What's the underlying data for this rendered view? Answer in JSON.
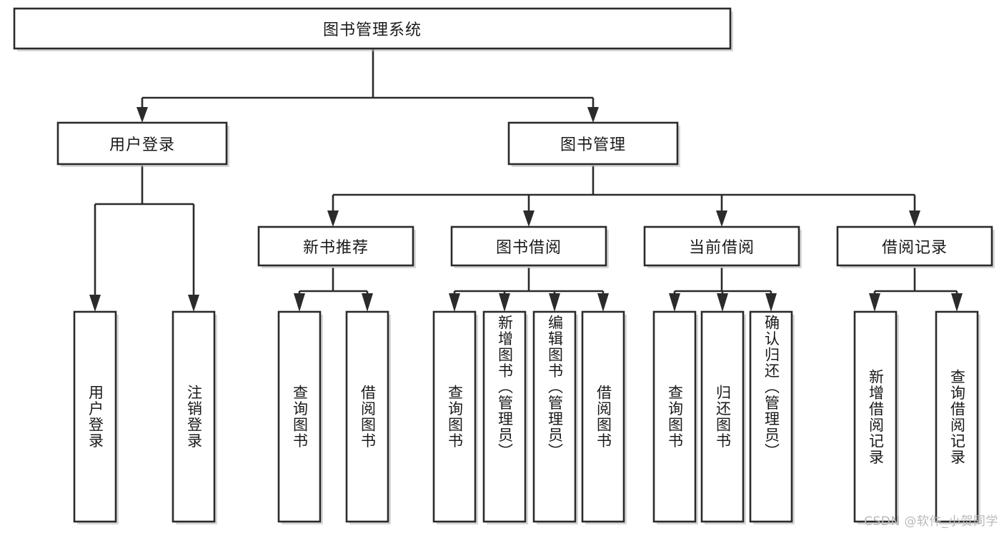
{
  "diagram": {
    "title": "图书管理系统",
    "type": "tree",
    "root": {
      "id": "root",
      "label": "图书管理系统",
      "orientation": "horizontal"
    },
    "level1": [
      {
        "id": "user-login",
        "label": "用户登录",
        "orientation": "horizontal"
      },
      {
        "id": "book-manage",
        "label": "图书管理",
        "orientation": "horizontal"
      }
    ],
    "level2": [
      {
        "id": "new-book-rec",
        "label": "新书推荐",
        "parent": "book-manage",
        "orientation": "horizontal"
      },
      {
        "id": "book-borrow",
        "label": "图书借阅",
        "parent": "book-manage",
        "orientation": "horizontal"
      },
      {
        "id": "current-borrow",
        "label": "当前借阅",
        "parent": "book-manage",
        "orientation": "horizontal"
      },
      {
        "id": "borrow-record",
        "label": "借阅记录",
        "parent": "book-manage",
        "orientation": "horizontal"
      }
    ],
    "leaves": [
      {
        "id": "leaf-user-login",
        "label": "用户登录",
        "parent": "user-login",
        "orientation": "vertical"
      },
      {
        "id": "leaf-logout",
        "label": "注销登录",
        "parent": "user-login",
        "orientation": "vertical"
      },
      {
        "id": "leaf-query-book-1",
        "label": "查询图书",
        "parent": "new-book-rec",
        "orientation": "vertical"
      },
      {
        "id": "leaf-borrow-book-1",
        "label": "借阅图书",
        "parent": "new-book-rec",
        "orientation": "vertical"
      },
      {
        "id": "leaf-query-book-2",
        "label": "查询图书",
        "parent": "book-borrow",
        "orientation": "vertical"
      },
      {
        "id": "leaf-add-book",
        "label": "新增图书（管理员）",
        "parent": "book-borrow",
        "orientation": "vertical"
      },
      {
        "id": "leaf-edit-book",
        "label": "编辑图书（管理员）",
        "parent": "book-borrow",
        "orientation": "vertical"
      },
      {
        "id": "leaf-borrow-book-2",
        "label": "借阅图书",
        "parent": "book-borrow",
        "orientation": "vertical"
      },
      {
        "id": "leaf-query-book-3",
        "label": "查询图书",
        "parent": "current-borrow",
        "orientation": "vertical"
      },
      {
        "id": "leaf-return-book",
        "label": "归还图书",
        "parent": "current-borrow",
        "orientation": "vertical"
      },
      {
        "id": "leaf-confirm-return",
        "label": "确认归还（管理员）",
        "parent": "current-borrow",
        "orientation": "vertical"
      },
      {
        "id": "leaf-add-record",
        "label": "新增借阅记录",
        "parent": "borrow-record",
        "orientation": "vertical"
      },
      {
        "id": "leaf-query-record",
        "label": "查询借阅记录",
        "parent": "borrow-record",
        "orientation": "vertical"
      }
    ],
    "colors": {
      "stroke": "#2b2b2b",
      "fill": "#ffffff",
      "text": "#1a1a1a",
      "watermark": "#b9b9b9",
      "background": "#ffffff"
    }
  },
  "watermark": {
    "text": "CSDN @软件_小贺同学"
  }
}
